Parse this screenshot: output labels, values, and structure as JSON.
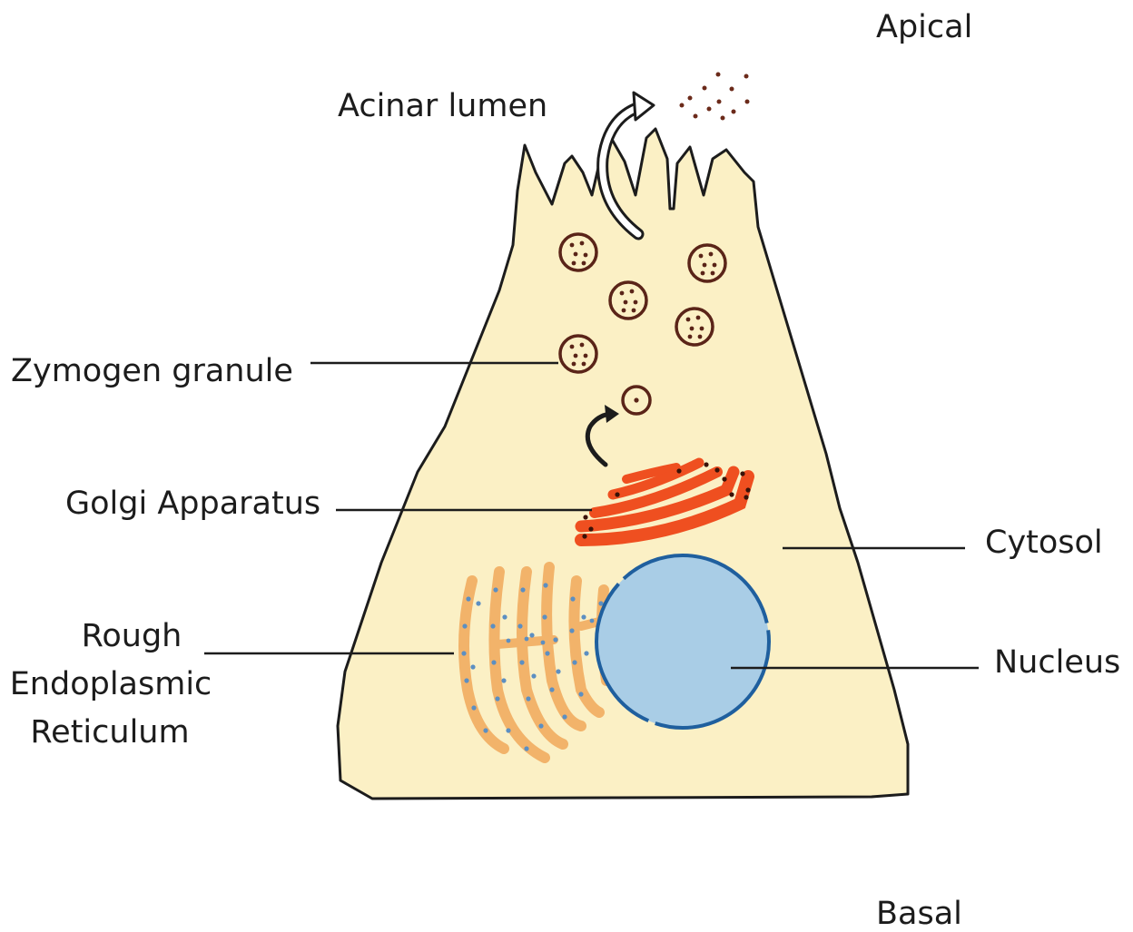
{
  "labels": {
    "apical": "Apical",
    "basal": "Basal",
    "acinar_lumen": "Acinar lumen",
    "zymogen_granule": "Zymogen granule",
    "golgi_apparatus": "Golgi Apparatus",
    "cytosol": "Cytosol",
    "nucleus": "Nucleus",
    "rer_line1": "Rough",
    "rer_line2": "Endoplasmic",
    "rer_line3": "Reticulum"
  },
  "colors": {
    "cytosol_fill": "#fbf0c5",
    "outline": "#1c1c1c",
    "granule_stroke": "#5a2418",
    "granule_dot": "#5a2418",
    "golgi": "#ef4f20",
    "rer_fill": "#f2b36a",
    "rer_ribosome": "#5c8fc2",
    "nucleus_fill": "#a9cde6",
    "nucleus_stroke": "#1f5f9e",
    "secretion_dots": "#6b2a1a"
  }
}
